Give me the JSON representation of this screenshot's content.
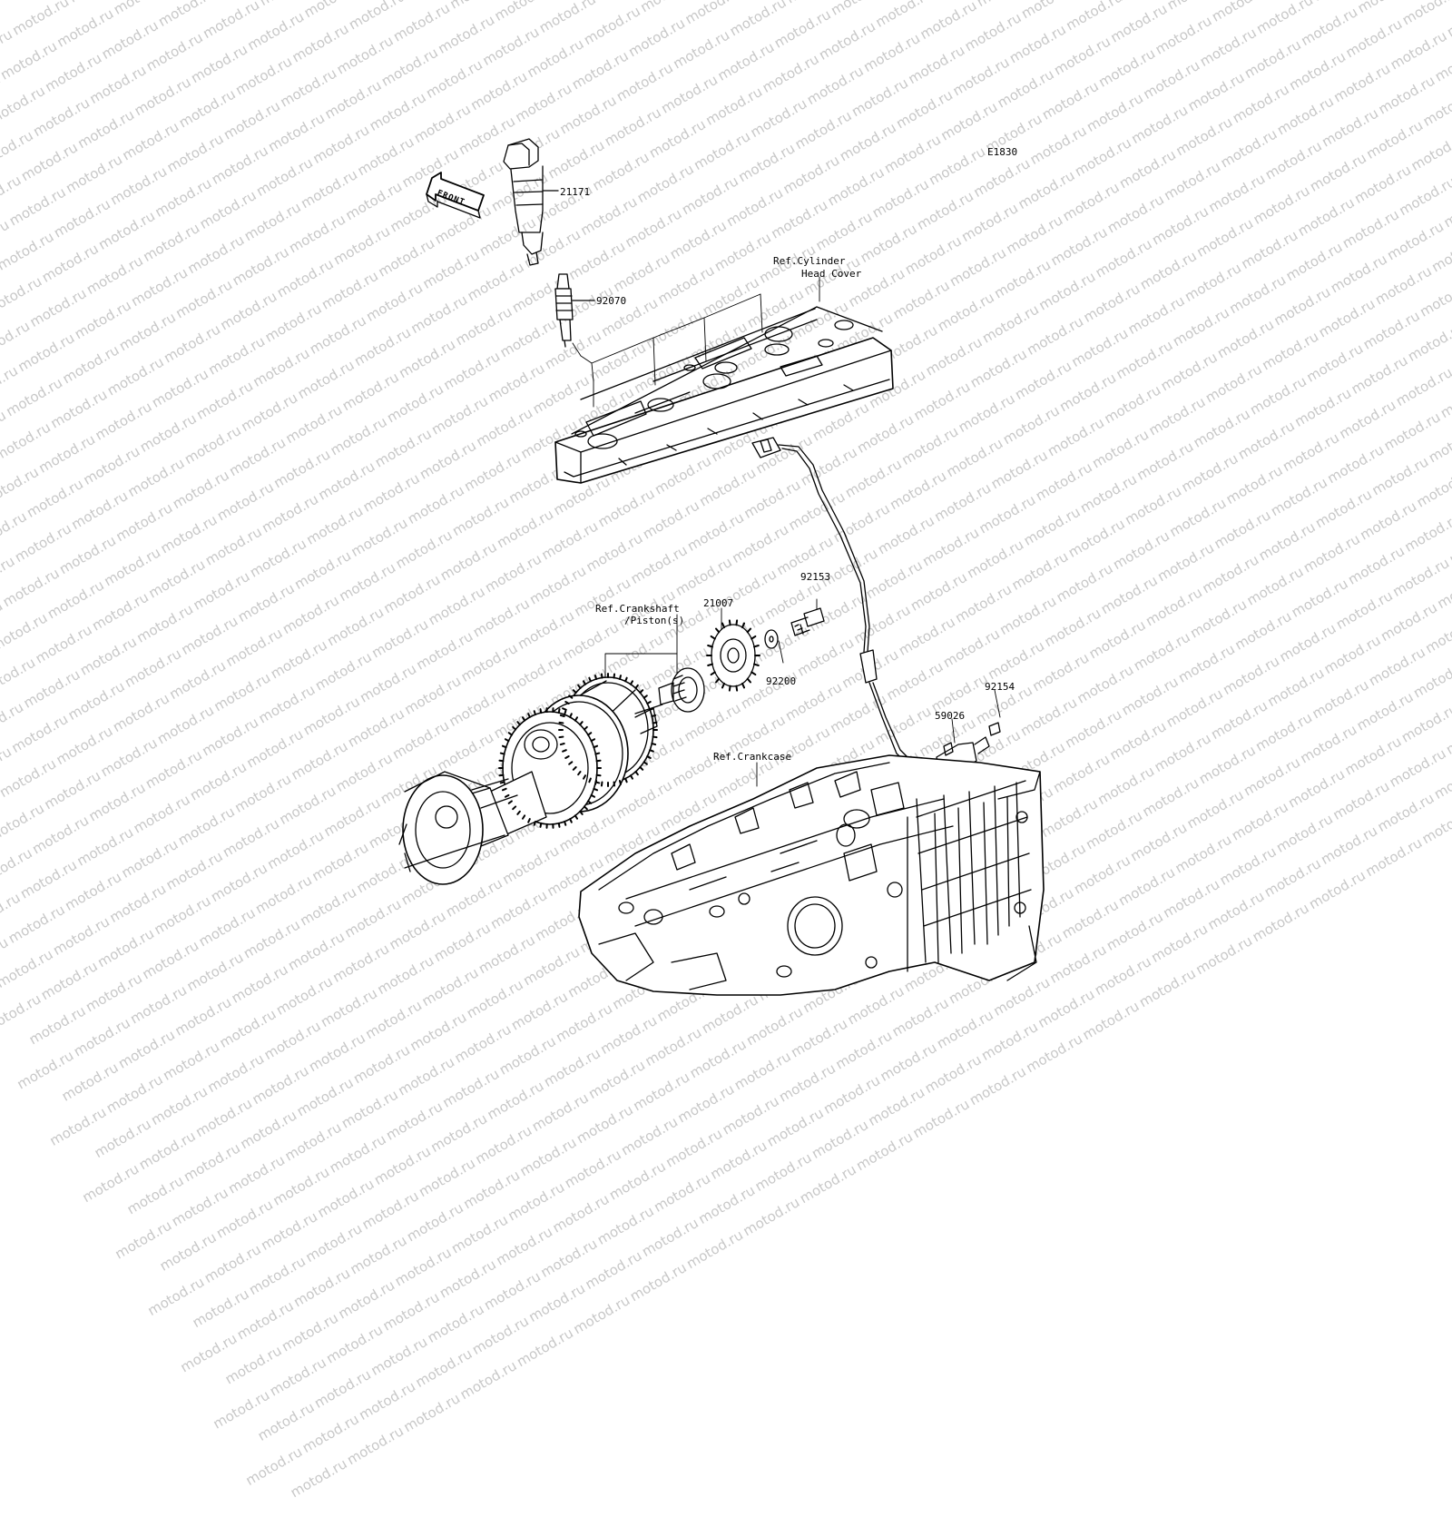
{
  "diagram_code": "E1830",
  "watermark_text": "motod.ru",
  "front_arrow_text": "FRONT",
  "labels": {
    "p21171": "21171",
    "p92070": "92070",
    "ref_cyl_1": "Ref.Cylinder",
    "ref_cyl_2": "Head Cover",
    "p92153": "92153",
    "p21007": "21007",
    "ref_crank_1": "Ref.Crankshaft",
    "ref_crank_2": "/Piston(s)",
    "p92200": "92200",
    "p92154": "92154",
    "p59026": "59026",
    "ref_crankcase": "Ref.Crankcase"
  }
}
